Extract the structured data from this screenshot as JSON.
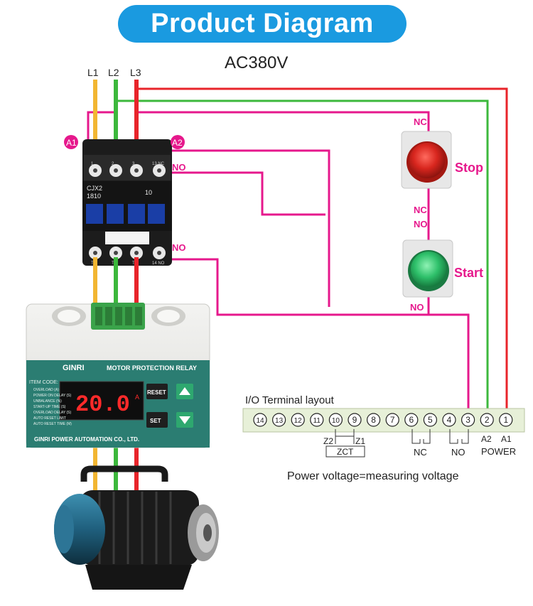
{
  "title": "Product Diagram",
  "supply": "AC380V",
  "phases": [
    "L1",
    "L2",
    "L3"
  ],
  "contactor": {
    "markers": [
      "A1",
      "A2"
    ],
    "model": [
      "CJX2",
      "1810"
    ],
    "rating": "10",
    "top_terminals": [
      "1",
      "2",
      "3",
      "13 NC"
    ],
    "bottom_terminals": [
      "T1",
      "T2",
      "T3",
      "14 NO"
    ],
    "no_label_top": "NO",
    "no_label_bottom": "NO"
  },
  "buttons": {
    "stop": {
      "label": "Stop",
      "contact_top": "NC",
      "contact_bottom": "NC"
    },
    "start": {
      "label": "Start",
      "contact_top": "NO",
      "contact_bottom": "NO"
    }
  },
  "relay": {
    "brand": "GINRI",
    "name": "MOTOR PROTECTION RELAY",
    "item_code_label": "ITEM CODE:",
    "items": [
      "OVERLOAD (A)",
      "POWER ON DELAY (S)",
      "UNBALANCE (%)",
      "START-UP TIME (S)",
      "OVERLOAD DELAY (S)",
      "AUTO RESET LIMIT",
      "AUTO RESET TIME (M)"
    ],
    "display_value": "20.0",
    "display_unit": "A",
    "reset_label": "RESET",
    "set_label": "SET",
    "footer": "GINRI POWER AUTOMATION CO., LTD."
  },
  "terminal_layout": {
    "heading": "I/O Terminal layout",
    "terminals": [
      "14",
      "13",
      "12",
      "11",
      "10",
      "9",
      "8",
      "7",
      "6",
      "5",
      "4",
      "3",
      "2",
      "1"
    ],
    "z2": "Z2",
    "z1": "Z1",
    "zct": "ZCT",
    "nc": "NC",
    "no": "NO",
    "a2": "A2",
    "a1": "A1",
    "power": "POWER",
    "note": "Power voltage=measuring voltage"
  },
  "colors": {
    "title_bg": "#1a9ae0",
    "wire_red": "#e8242a",
    "wire_green": "#3cb83c",
    "wire_yellow": "#f2b632",
    "wire_magenta": "#e6188c",
    "stop_button": "#d8261e",
    "start_button": "#2ec06a",
    "display_red": "#ff2a2a",
    "relay_panel": "#2b7d72"
  }
}
